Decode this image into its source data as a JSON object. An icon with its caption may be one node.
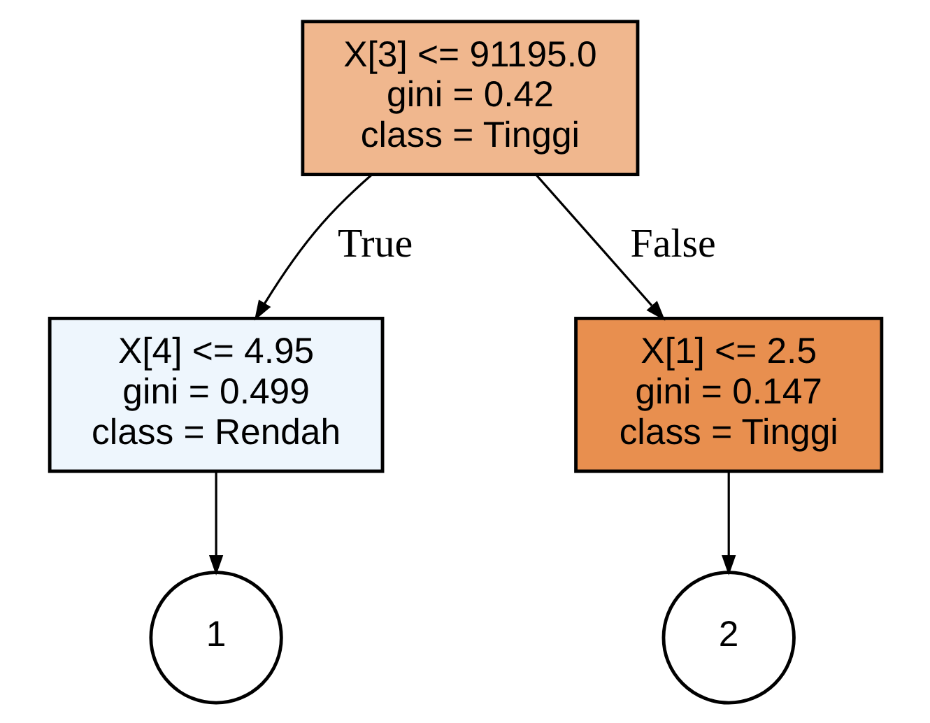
{
  "diagram": {
    "nodes": [
      {
        "text": [
          "X[3] <= 91195.0",
          "gini = 0.42",
          "class = Tinggi"
        ]
      },
      {
        "text": [
          "X[4] <= 4.95",
          "gini = 0.499",
          "class = Rendah"
        ]
      },
      {
        "text": [
          "X[1] <= 2.5",
          "gini = 0.147",
          "class = Tinggi"
        ]
      },
      {
        "text": [
          "1"
        ]
      },
      {
        "text": [
          "2"
        ]
      }
    ],
    "edges": [
      {
        "from": 0,
        "to": 1,
        "arrow": "to",
        "label": "True"
      },
      {
        "from": 0,
        "to": 2,
        "arrow": "to",
        "label": "False"
      },
      {
        "from": 1,
        "to": 3,
        "arrow": "to"
      },
      {
        "from": 2,
        "to": 4,
        "arrow": "to"
      }
    ]
  }
}
